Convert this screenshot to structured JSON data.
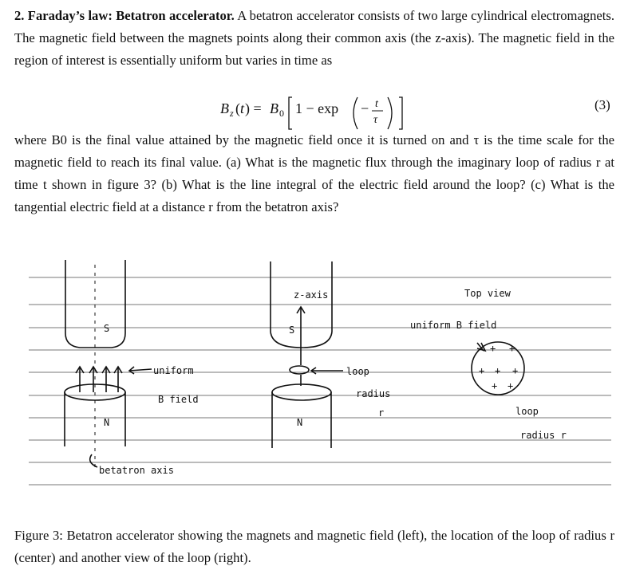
{
  "problem": {
    "heading": "2. Faraday’s law: Betatron accelerator.",
    "intro": "A betatron accelerator consists of two large cylindrical electromagnets. The magnetic field between the magnets points along their common axis (the z-axis). The magnetic field in the region of interest is essentially uniform but varies in time as",
    "equation_number": "(3)",
    "questions": "where B0 is the final value attained by the magnetic field once it is turned on and τ is the time scale for the magnetic field to reach its final value. (a) What is the magnetic flux through the imaginary loop of radius r at time t shown in figure 3? (b) What is the line integral of the electric field around the loop? (c) What is the tangential electric field at a distance r from the betatron axis?"
  },
  "figure": {
    "left": {
      "magnet_top_label": "S",
      "magnet_bottom_label": "N",
      "field_label_line1": "uniform",
      "field_label_line2": "B field",
      "axis_label": "betatron axis"
    },
    "center": {
      "axis_label": "z-axis",
      "magnet_top_label": "S",
      "magnet_bottom_label": "N",
      "loop_label_line1": "loop",
      "loop_label_line2": "radius",
      "loop_label_line3": "r"
    },
    "right": {
      "title": "Top view",
      "field_label": "uniform B field",
      "loop_label_line1": "loop",
      "loop_label_line2": "radius r"
    }
  },
  "caption": "Figure 3: Betatron accelerator showing the magnets and magnetic field (left), the location of the loop of radius r (center) and another view of the loop (right)."
}
